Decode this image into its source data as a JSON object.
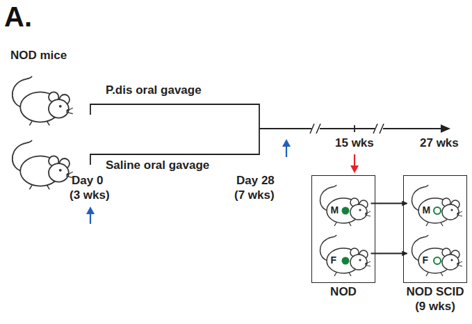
{
  "diagram": {
    "title": "A.",
    "nodes": [
      {
        "text": [
          "NOD"
        ]
      },
      {
        "text": [
          "M"
        ],
        "in": 0
      },
      {
        "text": [
          "F"
        ],
        "in": 0
      },
      {
        "text": [
          "NOD SCID",
          "(9 wks)"
        ]
      },
      {
        "text": [
          "M"
        ],
        "in": 3
      },
      {
        "text": [
          "F"
        ],
        "in": 3
      }
    ],
    "edges": [
      {
        "from": 1,
        "to": 4,
        "arrow": "to"
      },
      {
        "from": 2,
        "to": 5,
        "arrow": "to"
      }
    ],
    "labels": [
      "NOD mice",
      "P.dis oral gavage",
      "Saline oral gavage",
      "Day 0",
      "(3 wks)",
      "Day 28",
      "(7 wks)",
      "15 wks",
      "27 wks"
    ]
  }
}
